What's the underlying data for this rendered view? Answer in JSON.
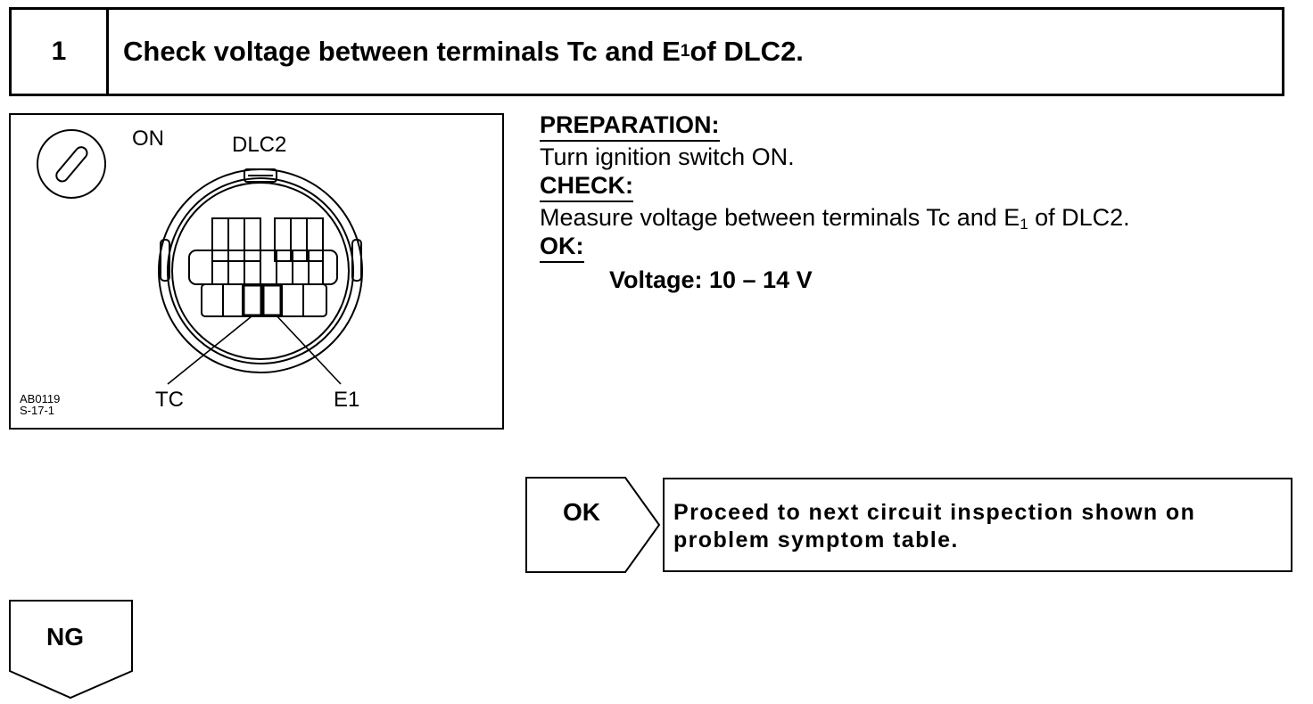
{
  "step": {
    "number": "1",
    "title_prefix": "Check voltage between terminals Tc and E",
    "title_sub": "1",
    "title_suffix": " of DLC2."
  },
  "figure": {
    "switch_label": "ON",
    "connector_label": "DLC2",
    "terminal_tc_label": "TC",
    "terminal_e1_label": "E1",
    "code_line1": "AB0119",
    "code_line2": "S-17-1",
    "icons": [
      "ignition-key-icon",
      "dlc2-connector-icon"
    ]
  },
  "instructions": {
    "preparation_heading": "PREPARATION:",
    "preparation_text": "Turn ignition switch ON.",
    "check_heading": "CHECK:",
    "check_prefix": "Measure voltage between terminals Tc and E",
    "check_sub": "1",
    "check_suffix": " of DLC2.",
    "ok_heading": "OK:",
    "ok_spec": "Voltage: 10 – 14 V"
  },
  "results": {
    "ok_label": "OK",
    "ok_action": "Proceed to next circuit inspection shown on problem symptom table.",
    "ng_label": "NG"
  }
}
